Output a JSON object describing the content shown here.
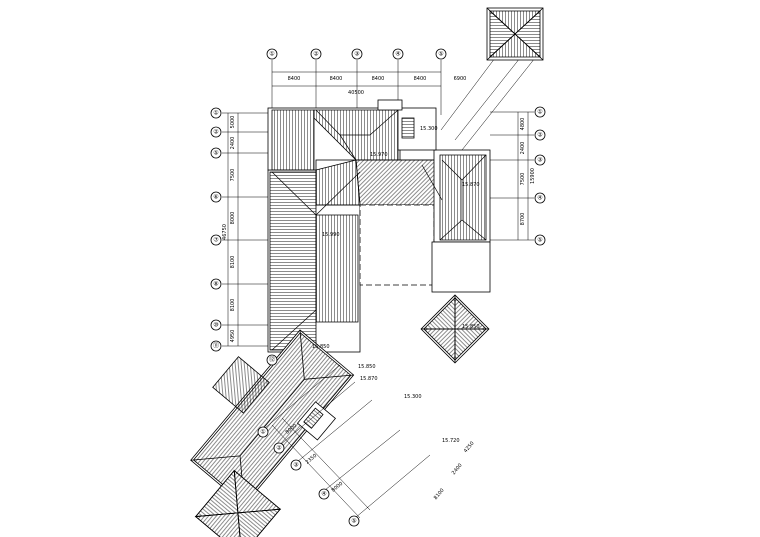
{
  "top_axes": [
    "①",
    "②",
    "③",
    "④",
    "⑤"
  ],
  "left_axes": [
    "①",
    "②",
    "⑤",
    "⑥",
    "⑦",
    "⑧",
    "⑩",
    "⑪",
    "⑫"
  ],
  "right_axes": [
    "①",
    "②",
    "③",
    "④",
    "⑤"
  ],
  "diagonal_axes": [
    "①",
    "②",
    "③",
    "④",
    "⑤"
  ],
  "top_dims": [
    "8400",
    "8400",
    "8400",
    "8400",
    "6900"
  ],
  "top_total": "40500",
  "left_dims": [
    "5000",
    "2400",
    "7500",
    "8000",
    "8100",
    "8100",
    "4950"
  ],
  "left_total": "46750",
  "right_dims": [
    "4800",
    "2400",
    "7500",
    "8700"
  ],
  "right_total": "15900",
  "diag_dims": [
    "8000",
    "2350",
    "8000"
  ],
  "diag_right_dims": [
    "4250",
    "2400",
    "8100"
  ],
  "elevations": [
    "15.300",
    "15.970",
    "15.990",
    "15.870",
    "15.850",
    "15.870",
    "15.300",
    "15.720",
    "15.850",
    "15.850"
  ]
}
